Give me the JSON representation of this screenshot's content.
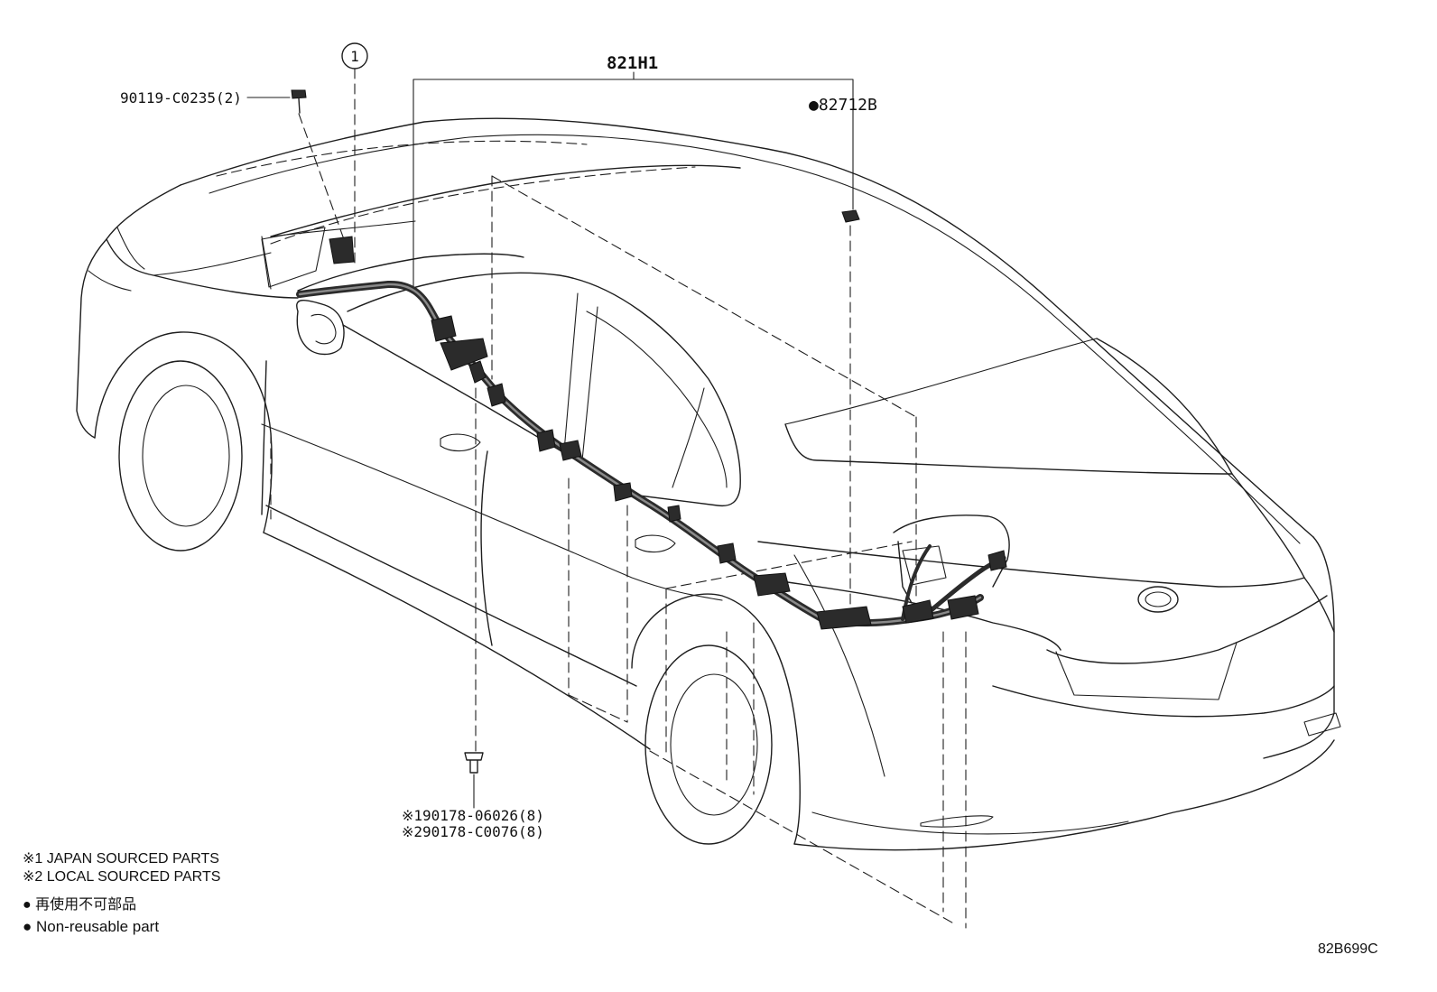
{
  "labels": {
    "assembly": "821H1",
    "callout_1": "1",
    "bolt": "90119-C0235(2)",
    "connector": "●82712B",
    "clip_1": "※190178-06026(8)",
    "clip_2": "※290178-C0076(8)",
    "note_1": "※1 JAPAN SOURCED PARTS",
    "note_2": "※2 LOCAL SOURCED PARTS",
    "legend_jp": "● 再使用不可部品",
    "legend_en": "● Non-reusable part",
    "diagram_id": "82B699C"
  },
  "colors": {
    "line": "#1e1e1e",
    "harness": "#2b2b2b",
    "background": "#ffffff"
  }
}
